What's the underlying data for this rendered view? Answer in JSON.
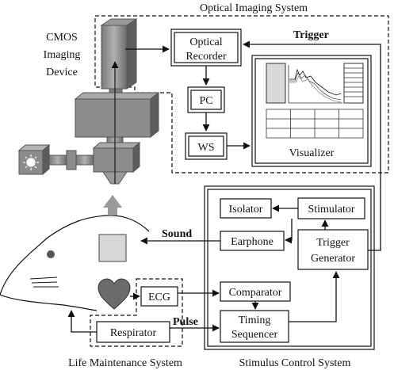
{
  "systems": {
    "optical_imaging": "Optical Imaging System",
    "stimulus_control": "Stimulus Control System",
    "life_maintenance": "Life Maintenance System"
  },
  "device": {
    "line1": "CMOS",
    "line2": "Imaging",
    "line3": "Device"
  },
  "optical": {
    "recorder_line1": "Optical",
    "recorder_line2": "Recorder",
    "pc": "PC",
    "ws": "WS",
    "visualizer": "Visualizer"
  },
  "stimulus": {
    "isolator": "Isolator",
    "stimulator": "Stimulator",
    "earphone": "Earphone",
    "trigger_gen_line1": "Trigger",
    "trigger_gen_line2": "Generator",
    "comparator": "Comparator",
    "timing_line1": "Timing",
    "timing_line2": "Sequencer"
  },
  "life": {
    "ecg": "ECG",
    "respirator": "Respirator"
  },
  "signals": {
    "trigger": "Trigger",
    "sound": "Sound",
    "pulse": "Pulse"
  },
  "colors": {
    "device_gray": "#8c8c8c",
    "device_dark": "#6a6a6a",
    "heart": "#6b6b6b",
    "arrow_gray": "#9a9a9a"
  }
}
